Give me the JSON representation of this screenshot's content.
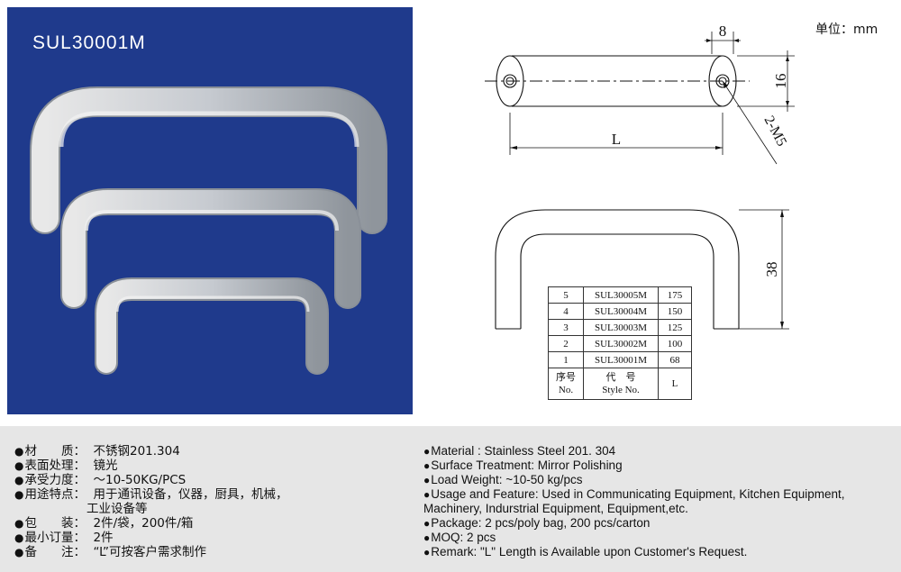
{
  "product": {
    "model": "SUL30001M"
  },
  "drawing": {
    "unit_label": "单位：mm",
    "dim_width": "8",
    "dim_height": "16",
    "dim_length": "L",
    "dim_thread": "2-M5",
    "dim_depth": "38"
  },
  "table": {
    "header": {
      "no": [
        "序号",
        "No."
      ],
      "style": [
        "代　号",
        "Style No."
      ],
      "l": "L"
    },
    "rows": [
      {
        "no": "5",
        "style": "SUL30005M",
        "l": "175"
      },
      {
        "no": "4",
        "style": "SUL30004M",
        "l": "150"
      },
      {
        "no": "3",
        "style": "SUL30003M",
        "l": "125"
      },
      {
        "no": "2",
        "style": "SUL30002M",
        "l": "100"
      },
      {
        "no": "1",
        "style": "SUL30001M",
        "l": "68"
      }
    ]
  },
  "specs_cn": [
    {
      "label": "材　　质：",
      "value": "不锈钢201.304"
    },
    {
      "label": "表面处理：",
      "value": "镜光"
    },
    {
      "label": "承受力度：",
      "value": "～10-50KG/PCS"
    },
    {
      "label": "用途特点：",
      "value": "用于通讯设备，仪器，厨具，机械，"
    },
    {
      "label": "",
      "value": "工业设备等"
    },
    {
      "label": "包　　装：",
      "value": "2件/袋，200件/箱"
    },
    {
      "label": "最小订量：",
      "value": "2件"
    },
    {
      "label": "备　　注：",
      "value": "“L”可按客户需求制作"
    }
  ],
  "specs_en": [
    "Material : Stainless Steel 201. 304",
    "Surface Treatment: Mirror Polishing",
    "Load Weight: ~10-50 kg/pcs",
    "Usage and Feature: Used in Communicating Equipment, Kitchen Equipment, Machinery, Indurstrial Equipment, Equipment,etc.",
    "Package: 2 pcs/poly bag, 200 pcs/carton",
    "MOQ: 2 pcs",
    "Remark: \"L\" Length is Available upon Customer's Request."
  ],
  "bullet": "●"
}
